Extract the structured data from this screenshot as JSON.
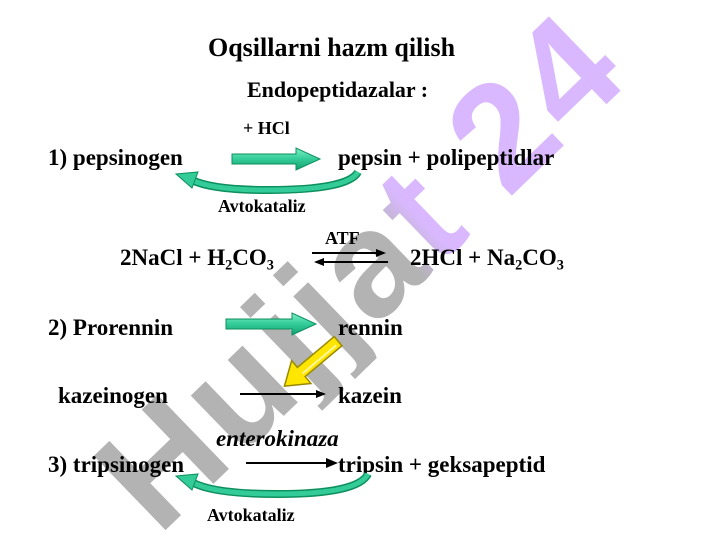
{
  "watermark": {
    "text": "Hujjat 24"
  },
  "title": "Oqsillarni hazm qilish",
  "subtitle": "Endopeptidazalar :",
  "reaction1": {
    "catalyst": "+ HCl",
    "left": "1) pepsinogen",
    "right": "pepsin + polipeptidlar",
    "feedback": "Avtokataliz"
  },
  "equation": {
    "label": "ATF",
    "l1": "2NaCl + H",
    "l_sub1": "2",
    "l2": "CO",
    "l_sub2": "3",
    "r1": "2HCl + Na",
    "r_sub1": "2",
    "r2": "CO",
    "r_sub2": "3"
  },
  "reaction2": {
    "left": "2) Prorennin",
    "right": "rennin"
  },
  "reaction2b": {
    "left": "kazeinogen",
    "right": "kazein"
  },
  "reaction3": {
    "catalyst": "enterokinaza",
    "left": "3) tripsinogen",
    "right": "tripsin + geksapeptid",
    "feedback": "Avtokataliz"
  },
  "colors": {
    "green_arrow": "#33cc99",
    "green_arrow_dark": "#0d8f5e",
    "yellow_arrow": "#ffe600",
    "watermark_gray": "#b3b3b3",
    "watermark_purple": "#d9b8ff"
  }
}
